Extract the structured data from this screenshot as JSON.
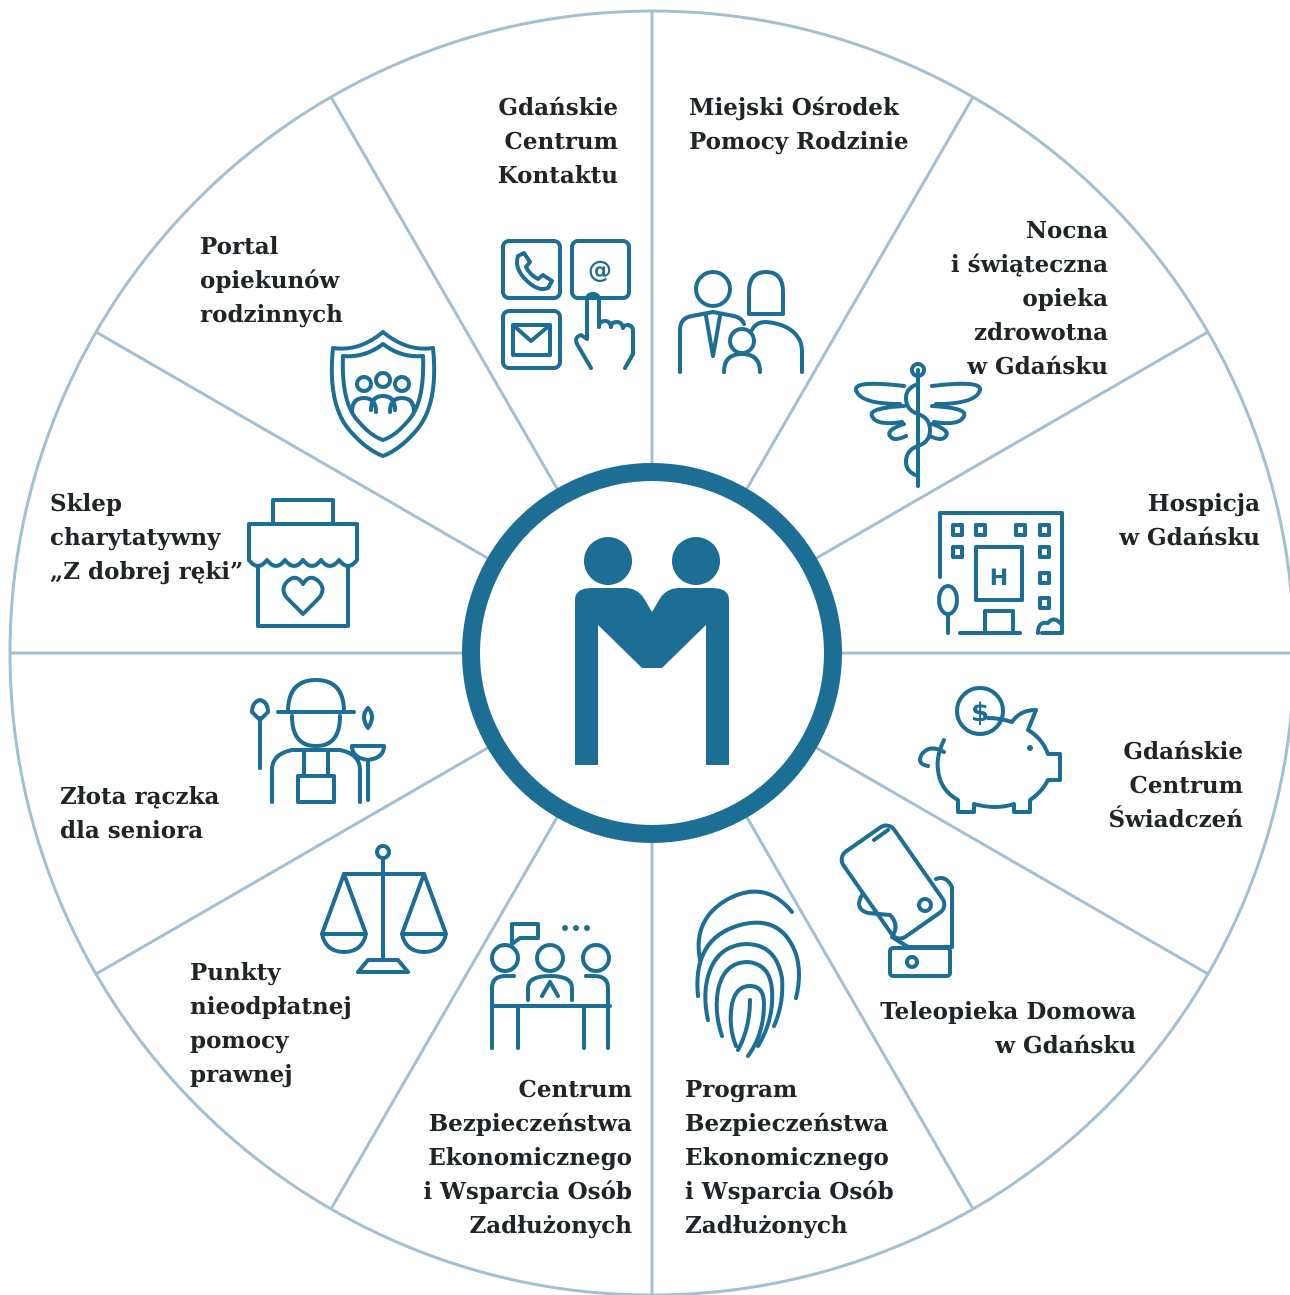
{
  "colors": {
    "accent": "#1d6e94",
    "divider": "#a3bfd2",
    "text": "#1f2427"
  },
  "center": {
    "icon": "handshake-people-icon"
  },
  "segments": [
    {
      "label": "Gdańskie Centrum\nKontaktu",
      "icon": "contact-channels-icon"
    },
    {
      "label": "Miejski Ośrodek\nPomocy Rodzinie",
      "icon": "family-icon"
    },
    {
      "label": "Nocna\ni świąteczna\nopieka\nzdrowotna\nw Gdańsku",
      "icon": "caduceus-icon"
    },
    {
      "label": "Hospicja\nw Gdańsku",
      "icon": "hospital-building-icon"
    },
    {
      "label": "Gdańskie\nCentrum\nŚwiadczeń",
      "icon": "piggy-bank-icon"
    },
    {
      "label": "Teleopieka Domowa\nw Gdańsku",
      "icon": "hand-phone-icon"
    },
    {
      "label": "Program\nBezpieczeństwa\nEkonomicznego\ni Wsparcia Osób\nZadłużonych",
      "icon": "fingerprint-icon"
    },
    {
      "label": "Centrum\nBezpieczeństwa\nEkonomicznego\ni Wsparcia Osób\nZadłużonych",
      "icon": "meeting-icon"
    },
    {
      "label": "Punkty\nnieodpłatnej\npomocy\nprawnej",
      "icon": "scales-icon"
    },
    {
      "label": "Złota rączka\ndla seniora",
      "icon": "handyman-icon"
    },
    {
      "label": "Sklep\ncharytatywny\n„Z dobrej ręki”",
      "icon": "shop-heart-icon"
    },
    {
      "label": "Portal\nopiekunów\nrodzinnych",
      "icon": "shield-family-icon"
    }
  ]
}
